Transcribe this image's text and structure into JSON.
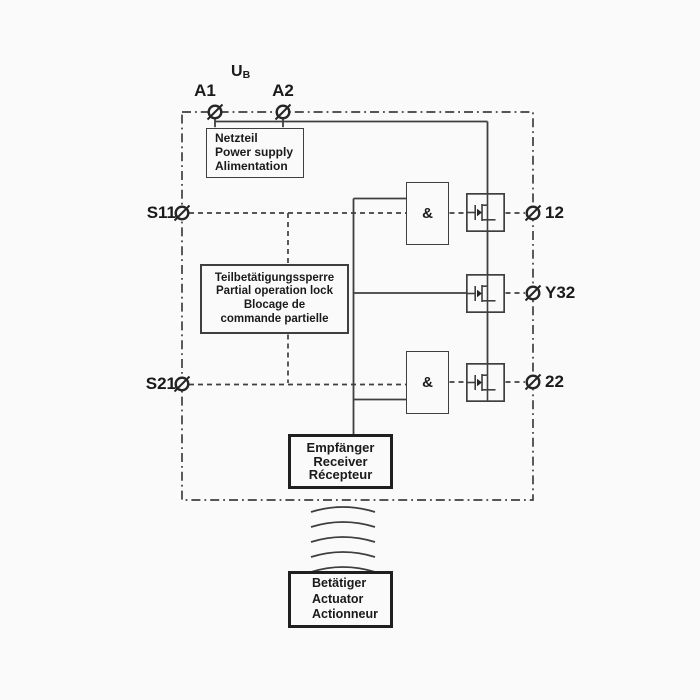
{
  "diagram": {
    "supply": {
      "label_main": "U",
      "label_sub": "B"
    },
    "terminals": {
      "a1": "A1",
      "a2": "A2",
      "s11": "S11",
      "s21": "S21",
      "out12": "12",
      "y32": "Y32",
      "out22": "22"
    },
    "boxes": {
      "power_supply": {
        "lines": [
          "Netzteil",
          "Power supply",
          "Alimentation"
        ]
      },
      "partial_lock": {
        "lines": [
          "Teilbetätigungssperre",
          "Partial operation lock",
          "Blocage de",
          "commande partielle"
        ]
      },
      "receiver": {
        "lines": [
          "Empfänger",
          "Receiver",
          "Récepteur"
        ]
      },
      "actuator": {
        "lines": [
          "Betätiger",
          "Actuator",
          "Actionneur"
        ]
      }
    },
    "gates": {
      "and_label": "&"
    },
    "icons": {
      "terminal": "screw-terminal-circle-slash",
      "transistor": "mosfet-semiconductor-output",
      "wireless": "radio-waves"
    },
    "colors": {
      "line": "#3f3f3f",
      "text": "#1a1a1a",
      "thick_border": "#1f1f1f",
      "background": "#fafafa"
    }
  }
}
